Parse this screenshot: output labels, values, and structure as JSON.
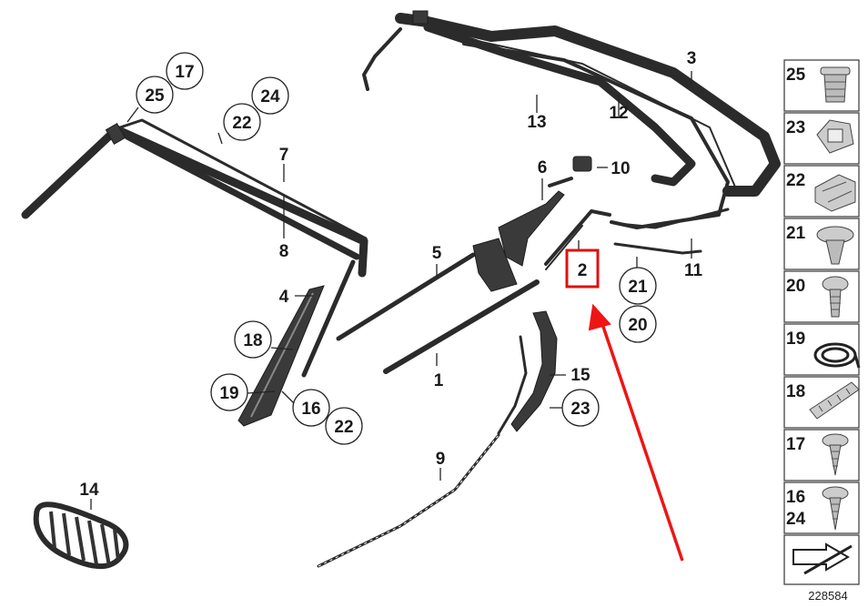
{
  "labels": {
    "l1": "1",
    "l2": "2",
    "l3": "3",
    "l4": "4",
    "l5": "5",
    "l6": "6",
    "l7": "7",
    "l8": "8",
    "l9": "9",
    "l10": "10",
    "l11": "11",
    "l12": "12",
    "l13": "13",
    "l14": "14",
    "l15": "15"
  },
  "circled": {
    "c17": "17",
    "c25": "25",
    "c24": "24",
    "c22a": "22",
    "c18": "18",
    "c19": "19",
    "c16": "16",
    "c22b": "22",
    "c21": "21",
    "c20": "20",
    "c23": "23"
  },
  "sidebar": {
    "items": [
      "25",
      "23",
      "22",
      "21",
      "20",
      "19",
      "18",
      "17",
      "16",
      "24"
    ]
  },
  "catalog_number": "228584",
  "colors": {
    "highlight": "#e01010",
    "arrow": "#ee1515"
  }
}
